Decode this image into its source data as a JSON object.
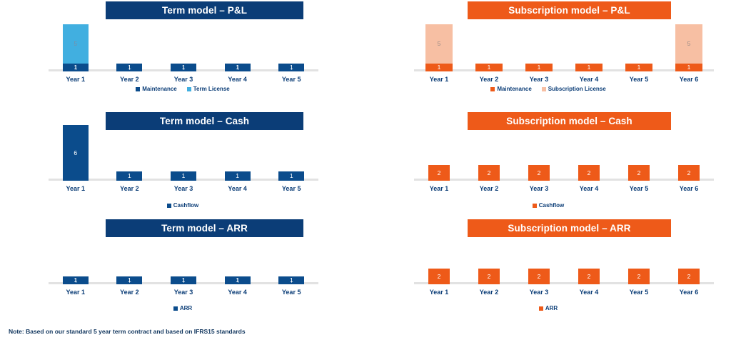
{
  "footnote": "Note: Based on our standard 5 year term contract and based on IFRS15 standards",
  "palette": {
    "navy_header": "#0B3D77",
    "orange_header": "#EE5A19",
    "maintenance_navy": "#0B4C8C",
    "term_license_blue": "#41AFE0",
    "maintenance_orange": "#EE5A19",
    "subscription_license_peach": "#F7BFA3",
    "axis_grey": "#E2E2E2",
    "tick_label": "#0B3D77"
  },
  "charts": [
    {
      "id": "term-pl",
      "title": "Term model – P&L",
      "theme": "navy",
      "chart_data": {
        "type": "bar",
        "title": "Term model – P&L",
        "categories": [
          "Year 1",
          "Year 2",
          "Year 3",
          "Year 4",
          "Year 5"
        ],
        "series": [
          {
            "name": "Maintenance",
            "values": [
              1,
              1,
              1,
              1,
              1
            ],
            "color": "#0B4C8C"
          },
          {
            "name": "Term License",
            "values": [
              5,
              0,
              0,
              0,
              0
            ],
            "color": "#41AFE0"
          }
        ],
        "stacked": true,
        "xlabel": "",
        "ylabel": "",
        "ylim": [
          0,
          6
        ],
        "grid": false,
        "legend_position": "bottom"
      },
      "legend": [
        {
          "label": "Maintenance",
          "color": "#0B4C8C"
        },
        {
          "label": "Term License",
          "color": "#41AFE0"
        }
      ]
    },
    {
      "id": "subscription-pl",
      "title": "Subscription model – P&L",
      "theme": "orange",
      "chart_data": {
        "type": "bar",
        "title": "Subscription model – P&L",
        "categories": [
          "Year 1",
          "Year 2",
          "Year 3",
          "Year 4",
          "Year 5",
          "Year 6"
        ],
        "series": [
          {
            "name": "Maintenance",
            "values": [
              1,
              1,
              1,
              1,
              1,
              1
            ],
            "color": "#EE5A19"
          },
          {
            "name": "Subscription License",
            "values": [
              5,
              0,
              0,
              0,
              0,
              5
            ],
            "color": "#F7BFA3"
          }
        ],
        "stacked": true,
        "xlabel": "",
        "ylabel": "",
        "ylim": [
          0,
          6
        ],
        "grid": false,
        "legend_position": "bottom"
      },
      "legend": [
        {
          "label": "Maintenance",
          "color": "#EE5A19"
        },
        {
          "label": "Subscription License",
          "color": "#F7BFA3"
        }
      ]
    },
    {
      "id": "term-cash",
      "title": "Term model – Cash",
      "theme": "navy",
      "chart_data": {
        "type": "bar",
        "title": "Term model – Cash",
        "categories": [
          "Year 1",
          "Year 2",
          "Year 3",
          "Year 4",
          "Year 5"
        ],
        "series": [
          {
            "name": "Cashflow",
            "values": [
              6,
              1,
              1,
              1,
              1
            ],
            "color": "#0B4C8C"
          }
        ],
        "stacked": false,
        "xlabel": "",
        "ylabel": "",
        "ylim": [
          0,
          6
        ],
        "grid": false,
        "legend_position": "bottom"
      },
      "legend": [
        {
          "label": "Cashflow",
          "color": "#0B4C8C"
        }
      ]
    },
    {
      "id": "subscription-cash",
      "title": "Subscription model – Cash",
      "theme": "orange",
      "chart_data": {
        "type": "bar",
        "title": "Subscription model – Cash",
        "categories": [
          "Year 1",
          "Year 2",
          "Year 3",
          "Year 4",
          "Year 5",
          "Year 6"
        ],
        "series": [
          {
            "name": "Cashflow",
            "values": [
              2,
              2,
              2,
              2,
              2,
              2
            ],
            "color": "#EE5A19"
          }
        ],
        "stacked": false,
        "xlabel": "",
        "ylabel": "",
        "ylim": [
          0,
          6
        ],
        "grid": false,
        "legend_position": "bottom"
      },
      "legend": [
        {
          "label": "Cashflow",
          "color": "#EE5A19"
        }
      ]
    },
    {
      "id": "term-arr",
      "title": "Term model – ARR",
      "theme": "navy",
      "chart_data": {
        "type": "bar",
        "title": "Term model – ARR",
        "categories": [
          "Year 1",
          "Year 2",
          "Year 3",
          "Year 4",
          "Year 5"
        ],
        "series": [
          {
            "name": "ARR",
            "values": [
              1,
              1,
              1,
              1,
              1
            ],
            "color": "#0B4C8C"
          }
        ],
        "stacked": false,
        "xlabel": "",
        "ylabel": "",
        "ylim": [
          0,
          6
        ],
        "grid": false,
        "legend_position": "bottom"
      },
      "legend": [
        {
          "label": "ARR",
          "color": "#0B4C8C"
        }
      ]
    },
    {
      "id": "subscription-arr",
      "title": "Subscription model – ARR",
      "theme": "orange",
      "chart_data": {
        "type": "bar",
        "title": "Subscription model – ARR",
        "categories": [
          "Year 1",
          "Year 2",
          "Year 3",
          "Year 4",
          "Year 5",
          "Year 6"
        ],
        "series": [
          {
            "name": "ARR",
            "values": [
              2,
              2,
              2,
              2,
              2,
              2
            ],
            "color": "#EE5A19"
          }
        ],
        "stacked": false,
        "xlabel": "",
        "ylabel": "",
        "ylim": [
          0,
          6
        ],
        "grid": false,
        "legend_position": "bottom"
      },
      "legend": [
        {
          "label": "ARR",
          "color": "#EE5A19"
        }
      ]
    }
  ]
}
